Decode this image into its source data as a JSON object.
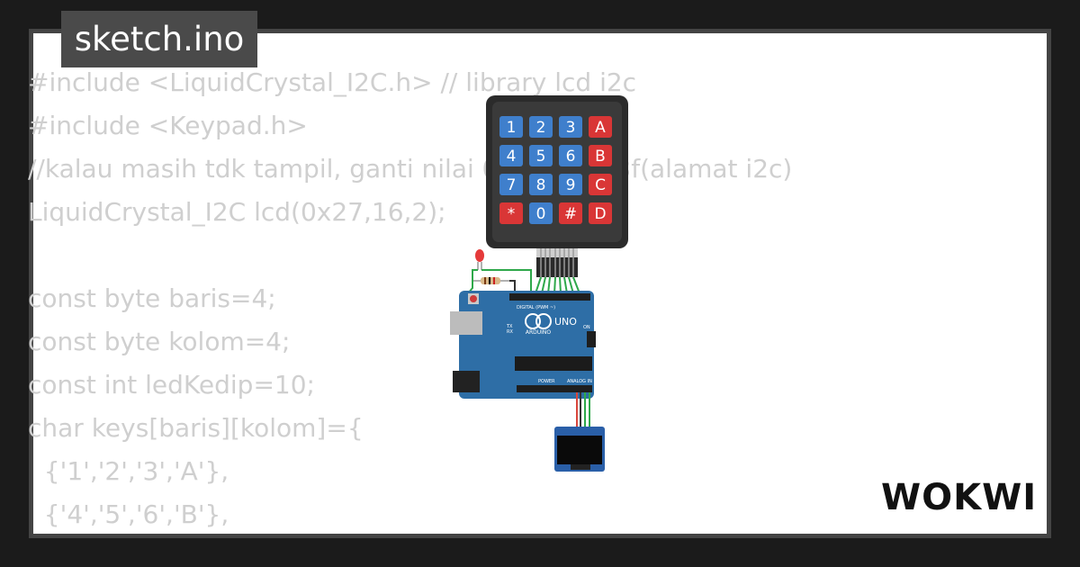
{
  "app": {
    "file_name": "sketch.ino",
    "brand": "WOKWI"
  },
  "code_lines": [
    "#include <LiquidCrystal_I2C.h> // library lcd i2c",
    "#include <Keypad.h>",
    "//kalau masih tdk tampil, ganti nilai 0x27 jd 0x3f(alamat i2c)",
    "LiquidCrystal_I2C lcd(0x27,16,2);",
    "",
    "const byte baris=4;",
    "const byte kolom=4;",
    "const int ledKedip=10;",
    "char keys[baris][kolom]={",
    "  {'1','2','3','A'},",
    "  {'4','5','6','B'},"
  ],
  "keypad": {
    "keys": [
      "1",
      "2",
      "3",
      "A",
      "4",
      "5",
      "6",
      "B",
      "7",
      "8",
      "9",
      "C",
      "*",
      "0",
      "#",
      "D"
    ],
    "colors": {
      "number": "#3f7fcc",
      "letter": "#d93636",
      "body": "#2b2b2b"
    }
  },
  "board": {
    "logo": "ARDUINO",
    "model": "UNO",
    "labels": {
      "digital": "DIGITAL (PWM ~)",
      "power": "POWER",
      "analog": "ANALOG IN",
      "on": "ON",
      "tx": "TX",
      "rx": "RX"
    },
    "color": "#2e6ea6"
  },
  "colors": {
    "background": "#1b1b1b",
    "frame": "#444444",
    "paper": "#ffffff",
    "code_text": "#cfcfcf",
    "title_tab": "#4a4a4a"
  }
}
